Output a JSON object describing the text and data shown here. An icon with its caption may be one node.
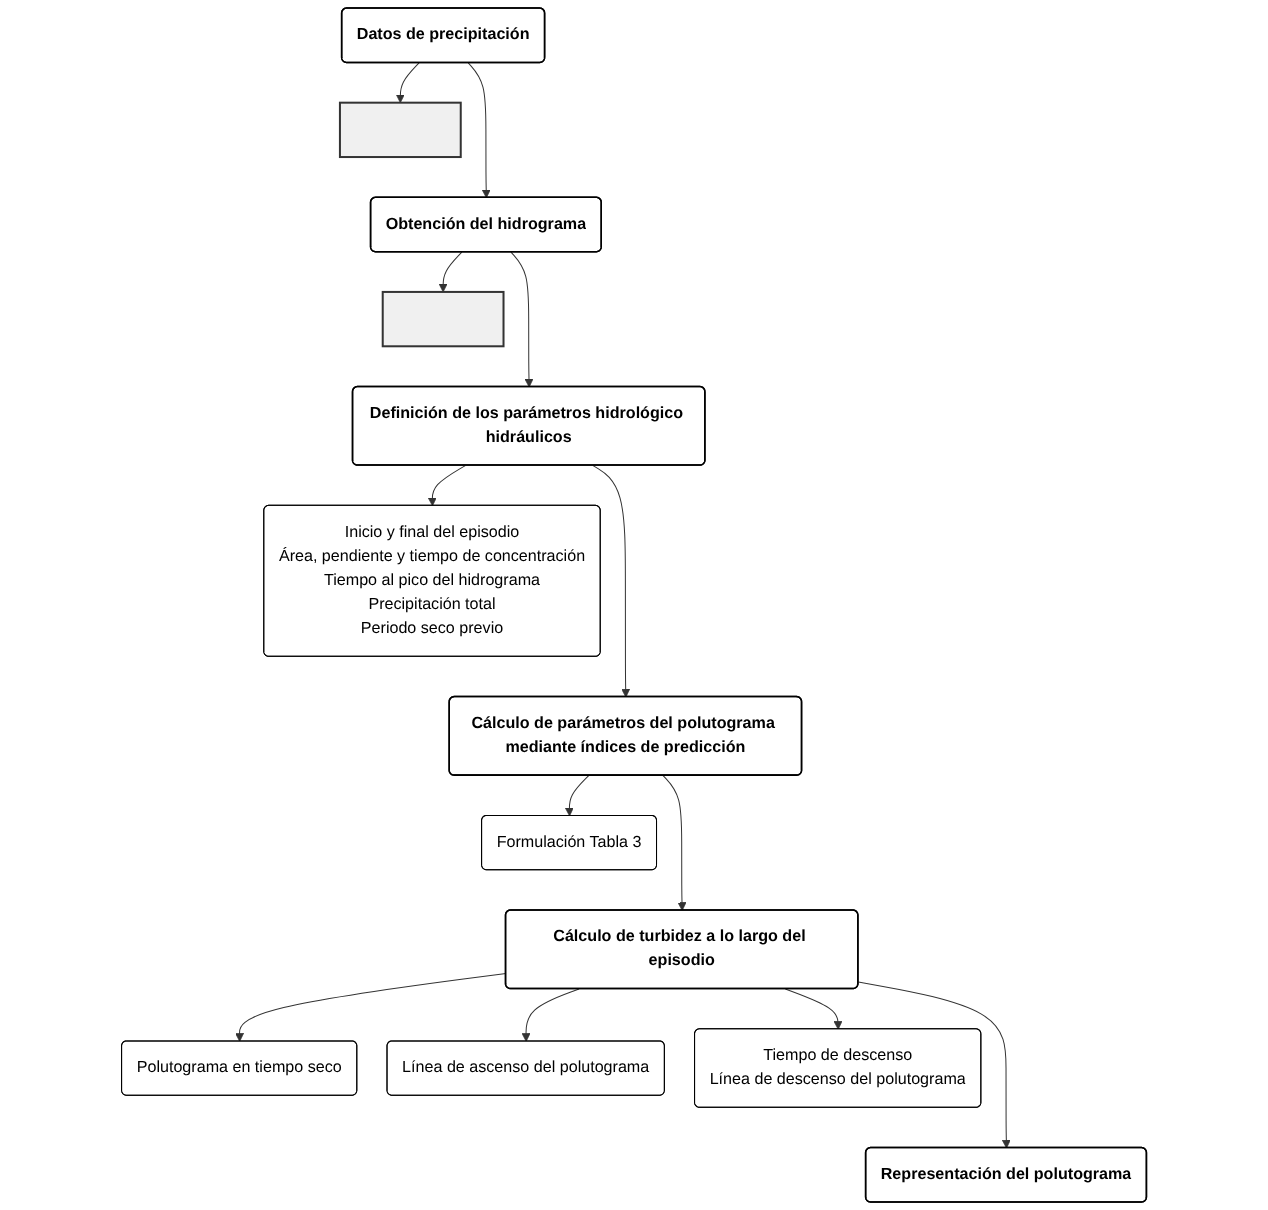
{
  "diagram": {
    "nodes": [
      {
        "text": [
          "Datos de precipitación"
        ]
      },
      {
        "text": [],
        "shape": "box"
      },
      {
        "text": [
          "Obtención del hidrograma"
        ]
      },
      {
        "text": [],
        "shape": "box"
      },
      {
        "text": [
          "Definición de los parámetros hidrológico hidráulicos"
        ]
      },
      {
        "text": [
          "Inicio y final del episodio",
          "Área, pendiente y tiempo de concentración",
          "Tiempo al pico del hidrograma",
          "Precipitación total",
          "Periodo seco previo"
        ]
      },
      {
        "text": [
          "Cálculo de parámetros del polutograma mediante índices de predicción"
        ]
      },
      {
        "text": [
          "Formulación Tabla 3"
        ]
      },
      {
        "text": [
          "Cálculo de turbidez a lo largo del episodio"
        ]
      },
      {
        "text": [
          "Polutograma en tiempo seco"
        ]
      },
      {
        "text": [
          "Línea de ascenso del polutograma"
        ]
      },
      {
        "text": [
          "Tiempo de descenso",
          "Línea de descenso del polutograma"
        ]
      },
      {
        "text": [
          "Representación del polutograma"
        ]
      }
    ],
    "edges": [
      {
        "from": 0,
        "to": 1,
        "arrow": "to"
      },
      {
        "from": 0,
        "to": 2,
        "arrow": "to"
      },
      {
        "from": 2,
        "to": 3,
        "arrow": "to"
      },
      {
        "from": 2,
        "to": 4,
        "arrow": "to"
      },
      {
        "from": 4,
        "to": 5,
        "arrow": "to"
      },
      {
        "from": 4,
        "to": 6,
        "arrow": "to"
      },
      {
        "from": 6,
        "to": 7,
        "arrow": "to"
      },
      {
        "from": 6,
        "to": 8,
        "arrow": "to"
      },
      {
        "from": 8,
        "to": 9,
        "arrow": "to"
      },
      {
        "from": 8,
        "to": 10,
        "arrow": "to"
      },
      {
        "from": 8,
        "to": 11,
        "arrow": "to"
      },
      {
        "from": 8,
        "to": 12,
        "arrow": "to"
      }
    ]
  }
}
